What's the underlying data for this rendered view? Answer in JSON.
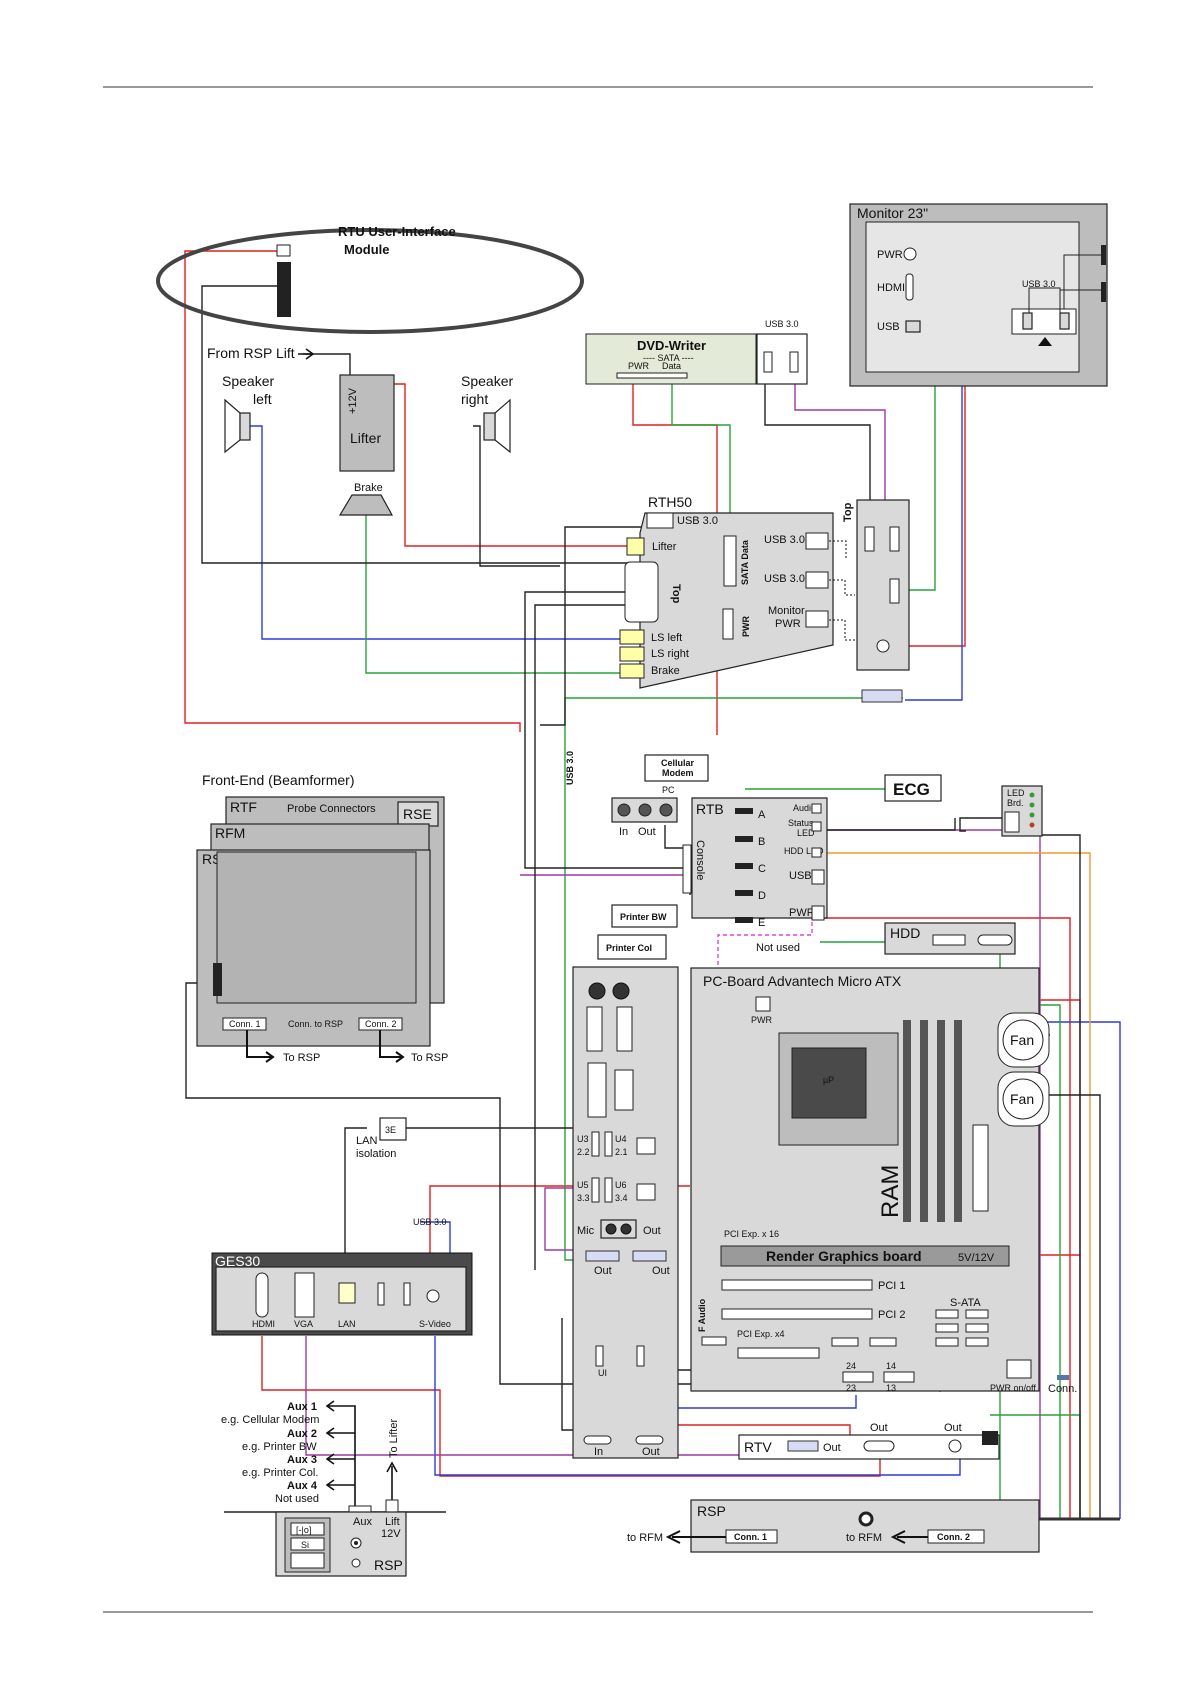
{
  "colors": {
    "red_wire": "#e02020",
    "blue_wire": "#2b3cd6",
    "green_wire": "#27a33a",
    "purple_wire": "#9b3aa3",
    "black_wire": "#222222",
    "orange_wire": "#f39a2a",
    "pink_dashed": "#e040e0"
  },
  "labels": {
    "rtu_title": "RTU User-Interface",
    "rtu_title2": "Module",
    "from_rsp_lift": "From RSP Lift",
    "speaker_left_1": "Speaker",
    "speaker_left_2": "left",
    "speaker_right_1": "Speaker",
    "speaker_right_2": "right",
    "lifter_volt": "+12V",
    "lifter": "Lifter",
    "brake": "Brake",
    "dvd_writer": "DVD-Writer",
    "dvd_sata": "---- SATA ----",
    "dvd_pwr": "PWR",
    "dvd_data": "Data",
    "usb30_top": "USB 3.0",
    "monitor_title": "Monitor 23\"",
    "mon_pwr": "PWR",
    "mon_hdmi": "HDMI",
    "mon_usb": "USB",
    "mon_usb30": "USB 3.0",
    "rth50": "RTH50",
    "rth_usb30": "USB 3.0",
    "rth_lifter": "Lifter",
    "rth_top": "Top",
    "rth_sata": "SATA Data",
    "rth_pwr": "PWR",
    "rth_usb30_a": "USB 3.0",
    "rth_usb30_b": "USB 3.0",
    "rth_monitor": "Monitor",
    "rth_monitor_pwr": "PWR",
    "ls_left": "LS left",
    "ls_right": "LS right",
    "rth_brake": "Brake",
    "hub_top": "Top",
    "usb30_vertical": "USB 3.0",
    "frontend_title": "Front-End (Beamformer)",
    "rtf": "RTF",
    "probe_connectors": "Probe Connectors",
    "rse": "RSE",
    "rfm": "RFM",
    "rsx": "RSX",
    "conn1": "Conn. 1",
    "conn_to_rsp": "Conn. to RSP",
    "conn2": "Conn. 2",
    "to_rsp_1": "To RSP",
    "to_rsp_2": "To RSP",
    "cellular_modem_1": "Cellular",
    "cellular_modem_2": "Modem",
    "pc_label": "PC",
    "in_label": "In",
    "out_label": "Out",
    "rtb": "RTB",
    "console": "Console",
    "port_a": "A",
    "port_b": "B",
    "port_c": "C",
    "port_d": "D",
    "port_e": "E",
    "audio": "Audio",
    "status_1": "Status",
    "status_2": "LED",
    "hdd_led": "HDD LED",
    "rtb_usb": "USB",
    "rtb_pwr": "PWR",
    "ecg": "ECG",
    "led_1": "LED",
    "led_2": "Brd.",
    "printer_bw": "Printer BW",
    "printer_col": "Printer Col",
    "not_used": "Not used",
    "hdd": "HDD",
    "pcboard": "PC-Board Advantech Micro ATX",
    "pc_pwr": "PWR",
    "cpu": "µP",
    "fan1": "Fan",
    "fan2": "Fan",
    "ram": "RAM",
    "pci_x16": "PCI Exp. x 16",
    "render_graphics": "Render Graphics board",
    "v5_12": "5V/12V",
    "pci1": "PCI 1",
    "pci2": "PCI 2",
    "sata": "S-ATA",
    "f_audio": "F Audio",
    "pci_x4": "PCI Exp. x4",
    "h24": "24",
    "h23": "23",
    "h14": "14",
    "h13": "13",
    "pwr_onoff": "PWR on/off",
    "conn": "Conn.",
    "lan_1": "LAN",
    "lan_2": "isolation",
    "u3": "U3",
    "u3n": "2.2",
    "u4": "U4",
    "u4n": "2.1",
    "u5": "U5",
    "u5n": "3.3",
    "u6": "U6",
    "u6n": "3.4",
    "mic": "Mic",
    "audio_out": "Out",
    "usb30_ges": "USB 3.0",
    "ges30": "GES30",
    "ges_hdmi": "HDMI",
    "ges_vga": "VGA",
    "ges_lan": "LAN",
    "ges_svideo": "S-Video",
    "dvi_out1": "Out",
    "dvi_out2": "Out",
    "ui": "UI",
    "io_in": "In",
    "io_out": "Out",
    "rtv": "RTV",
    "rtv_out1": "Out",
    "rtv_out2": "Out",
    "rtv_out3": "Out",
    "rsp": "RSP",
    "rsp_conn1": "Conn. 1",
    "rsp_conn2": "Conn. 2",
    "to_rfm_1": "to RFM",
    "to_rfm_2": "to RFM",
    "aux1": "Aux 1",
    "aux1_eg": "e.g. Cellular Modem",
    "aux2": "Aux 2",
    "aux2_eg": "e.g. Printer BW",
    "aux3": "Aux 3",
    "aux3_eg": "e.g. Printer Col.",
    "aux4": "Aux 4",
    "aux4_eg": "Not used",
    "to_lifter": "To Lifter",
    "aux_small": "Aux",
    "lift_1": "Lift",
    "lift_2": "12V",
    "rsp_small": "RSP",
    "switch_si": "Si"
  }
}
